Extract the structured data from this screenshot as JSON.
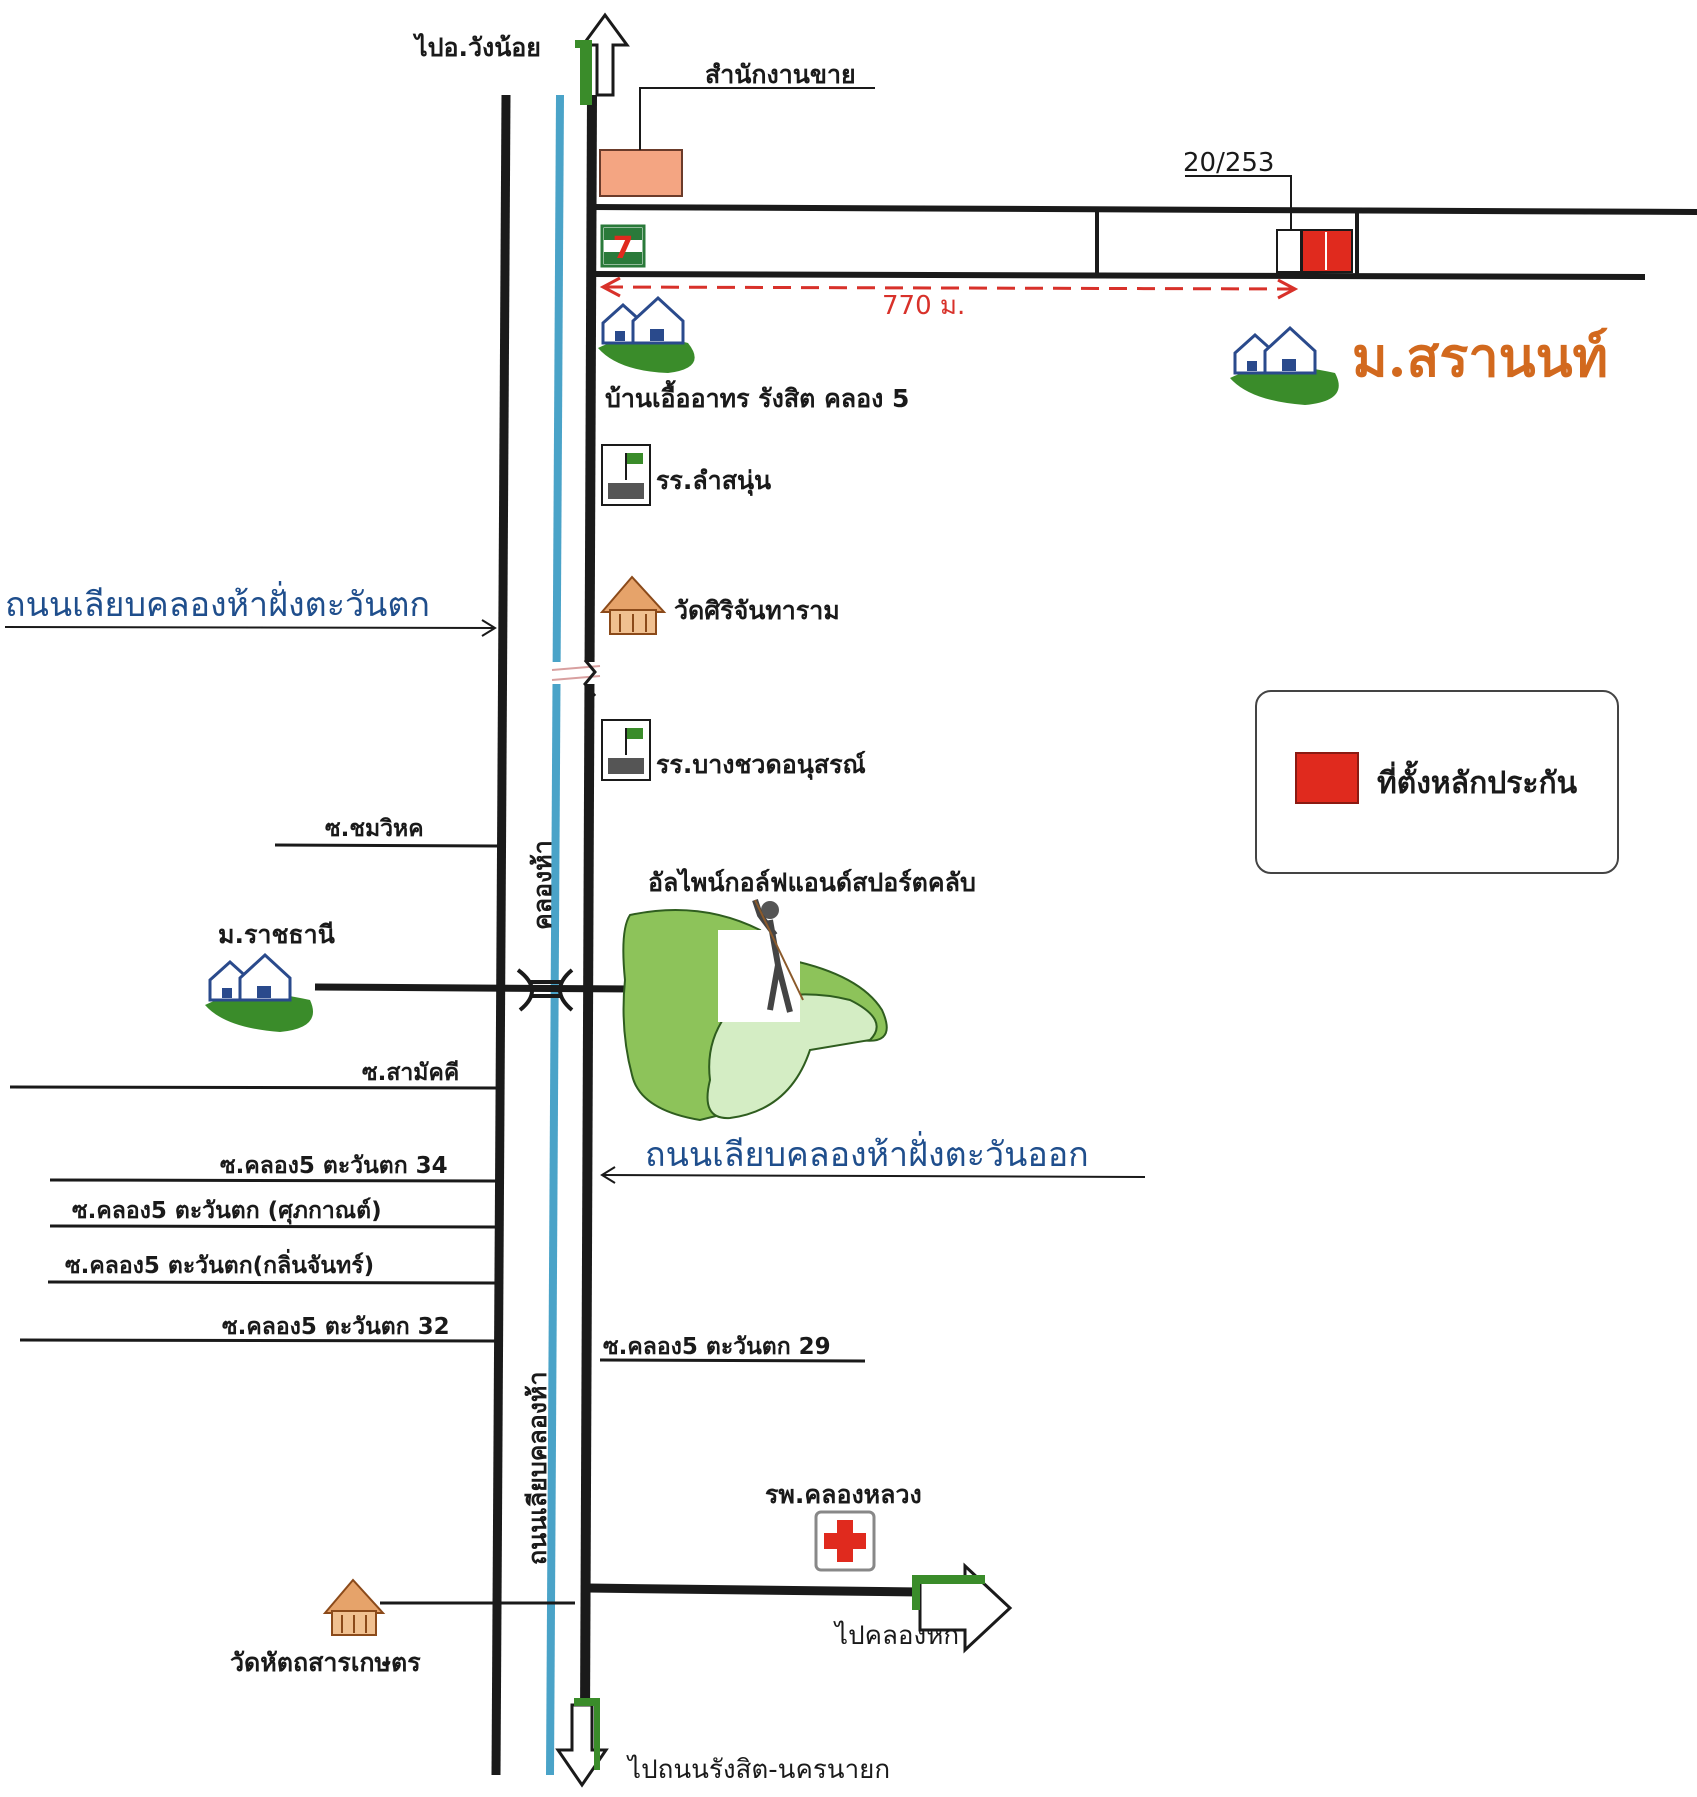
{
  "title": "ม.สรานนท์",
  "legend": {
    "label": "ที่ตั้งหลักประกัน",
    "color": "#e02a1e"
  },
  "colors": {
    "road": "#1a1a1a",
    "canal": "#4aa3c8",
    "distance": "#d8312a",
    "green": "#3a8c2a",
    "brand": "#d2691e"
  },
  "north_direction": "ไปอ.วังน้อย",
  "south_direction": "ไปถนนรังสิต-นครนายก",
  "east_direction": "ไปคลองหก",
  "canal_label": "คลองห้า",
  "west_road_label_vertical": "ถนนเลียบคลองห้า",
  "west_road_label": "ถนนเลียบคลองห้าฝั่งตะวันตก",
  "east_road_label": "ถนนเลียบคลองห้าฝั่งตะวันออก",
  "sales_office": "สำนักงานขาย",
  "plot_number": "20/253",
  "distance": "770 ม.",
  "landmarks": {
    "housing_estate": "บ้านเอื้ออาทร รังสิต คลอง 5",
    "school_1": "รร.ลำสนุ่น",
    "temple_1": "วัดศิริจันทาราม",
    "school_2": "รร.บางชวดอนุสรณ์",
    "golf_club": "อัลไพน์กอล์ฟแอนด์สปอร์ตคลับ",
    "village_west": "ม.ราชธานี",
    "hospital": "รพ.คลองหลวง",
    "temple_2": "วัดหัตถสารเกษตร"
  },
  "sois": {
    "s1": "ซ.ชมวิหค",
    "s2": "ซ.สามัคคี",
    "s3": "ซ.คลอง5 ตะวันตก 34",
    "s4": "ซ.คลอง5 ตะวันตก (ศุภกาณต์)",
    "s5": "ซ.คลอง5 ตะวันตก(กลิ่นจันทร์)",
    "s6": "ซ.คลอง5 ตะวันตก 32",
    "s7": "ซ.คลอง5 ตะวันตก 29"
  },
  "icons": [
    "north-arrow-icon",
    "south-arrow-icon",
    "east-arrow-icon",
    "seven-eleven-icon",
    "house-cluster-icon",
    "school-icon",
    "temple-icon",
    "golf-course-icon",
    "golfer-icon",
    "hospital-cross-icon",
    "bridge-icon",
    "legend-swatch-icon"
  ]
}
